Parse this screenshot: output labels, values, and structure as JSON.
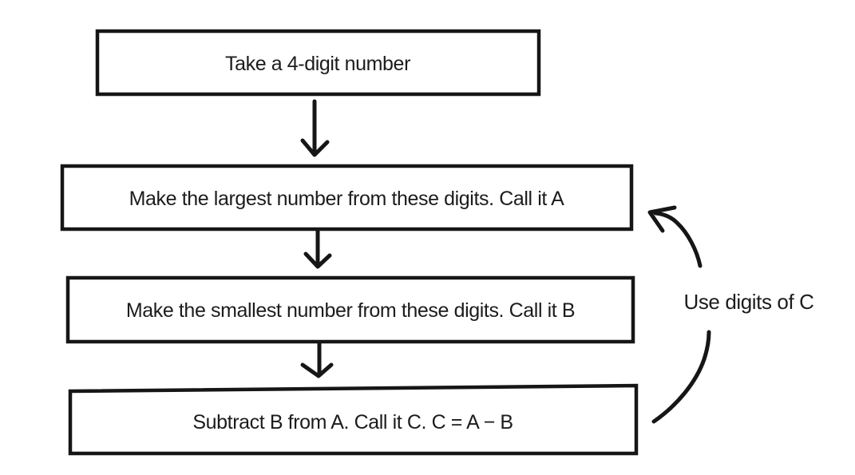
{
  "diagram": {
    "type": "flowchart",
    "colors": {
      "background": "#ffffff",
      "ink": "#161616",
      "text": "#1c1c1c"
    },
    "nodes": [
      {
        "id": "start",
        "label": "Take a 4-digit number"
      },
      {
        "id": "largest",
        "label": "Make the largest number from these digits. Call it A"
      },
      {
        "id": "smallest",
        "label": "Make the smallest number from these digits. Call it B"
      },
      {
        "id": "subtract",
        "label": "Subtract B from A. Call it C. C = A − B"
      }
    ],
    "edges": [
      {
        "from": "start",
        "to": "largest",
        "style": "straight-down"
      },
      {
        "from": "largest",
        "to": "smallest",
        "style": "straight-down"
      },
      {
        "from": "smallest",
        "to": "subtract",
        "style": "straight-down"
      },
      {
        "from": "subtract",
        "to": "largest",
        "style": "curved-loop",
        "label": "Use digits of C"
      }
    ],
    "loop": {
      "label": "Use digits of C"
    }
  }
}
